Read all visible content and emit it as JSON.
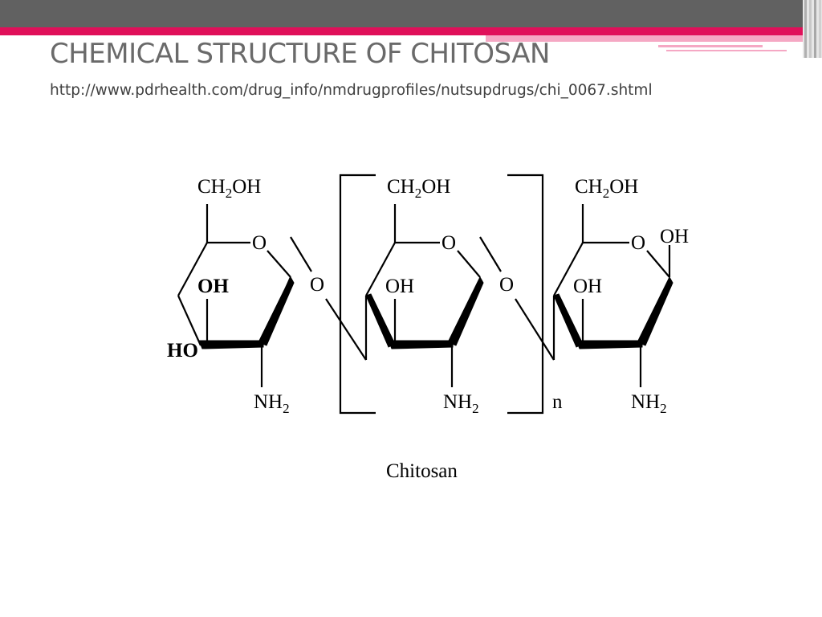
{
  "slide": {
    "title": "CHEMICAL STRUCTURE OF CHITOSAN",
    "source_url": "http://www.pdrhealth.com/drug_info/nmdrugprofiles/nutsupdrugs/chi_0067.shtml"
  },
  "theme": {
    "header_bar_color": "#616161",
    "accent_color": "#e0105a",
    "accent_light_color": "#f5a8c4",
    "title_color": "#6a6a6a"
  },
  "diagram": {
    "caption": "Chitosan",
    "repeat_label": "n",
    "ring1": {
      "ch2oh": "CH",
      "ch2oh_sub": "2",
      "ch2oh_end": "OH",
      "ring_o": "O",
      "oh": "OH",
      "ho": "HO",
      "nh": "NH",
      "nh_sub": "2"
    },
    "ring2": {
      "ch2oh": "CH",
      "ch2oh_sub": "2",
      "ch2oh_end": "OH",
      "ring_o": "O",
      "oh": "OH",
      "nh": "NH",
      "nh_sub": "2"
    },
    "ring3": {
      "ch2oh": "CH",
      "ch2oh_sub": "2",
      "ch2oh_end": "OH",
      "ring_o": "O",
      "oh": "OH",
      "anomeric_oh": "OH",
      "nh": "NH",
      "nh_sub": "2"
    },
    "linker1": "O",
    "linker2": "O"
  }
}
